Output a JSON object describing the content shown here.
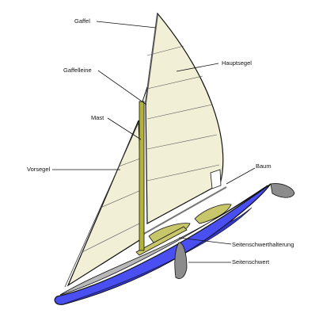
{
  "diagram": {
    "labels": {
      "gaffel": "Gaffel",
      "gaffelleine": "Gaffelleine",
      "mast": "Mast",
      "vorsegel": "Vorsegel",
      "hauptsegel": "Hauptsegel",
      "baum": "Baum",
      "seitenschwerthalterung": "Seitenschwerthalterung",
      "seitenschwert": "Seitenschwert"
    },
    "colors": {
      "sail": "#f1efd6",
      "hull": "#4a4ff2",
      "hull_dark": "#3437c8",
      "deck": "#b9b9b9",
      "mast": "#b3b23a",
      "rudder": "#8c8c8c",
      "line": "#111111"
    }
  }
}
